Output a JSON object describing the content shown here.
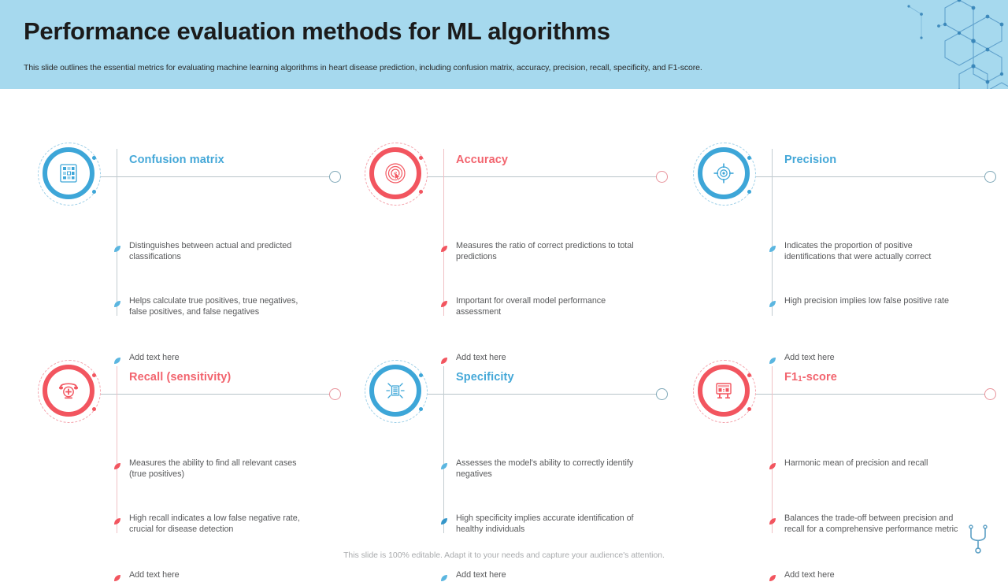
{
  "header": {
    "title": "Performance evaluation methods for ML algorithms",
    "subtitle": "This slide outlines the essential metrics for evaluating machine learning algorithms in heart disease prediction, including confusion matrix, accuracy, precision, recall, specificity, and F1-score.",
    "band_color": "#a6d9ee",
    "decoration_icon": "hexagon-lattice-icon"
  },
  "theme": {
    "blue": "#3da6d8",
    "blue_title": "#45a8d8",
    "red": "#f2555f",
    "red_title": "#f2646e",
    "body_text": "#58595b",
    "line": "#c3ccd1"
  },
  "cards": [
    {
      "title": "Confusion matrix",
      "title_suffix": "",
      "accent": "blue",
      "icon": "matrix-grid-icon",
      "bullets": [
        "Distinguishes between actual and predicted classifications",
        "Helps calculate true positives, true negatives, false positives, and false negatives",
        "Add text here"
      ]
    },
    {
      "title": "Accuracy",
      "title_suffix": "",
      "accent": "red",
      "icon": "target-cursor-icon",
      "bullets": [
        "Measures the ratio of correct predictions to total predictions",
        "Important for overall model performance assessment",
        "Add text here"
      ]
    },
    {
      "title": "Precision",
      "title_suffix": "",
      "accent": "blue",
      "icon": "crosshair-target-icon",
      "bullets": [
        "Indicates the proportion of positive identifications that were actually correct",
        "High precision implies low false positive rate",
        "Add text here"
      ]
    },
    {
      "title": "Recall",
      "title_suffix": "(sensitivity)",
      "accent": "red",
      "icon": "emergency-phone-icon",
      "bullets": [
        "Measures the ability to find all relevant cases (true positives)",
        "High recall indicates a low false negative rate, crucial for disease detection",
        "Add text here"
      ]
    },
    {
      "title": "Specificity",
      "title_suffix": "",
      "accent": "blue",
      "icon": "document-rays-icon",
      "bullets": [
        "Assesses the model's ability to correctly identify negatives",
        "High specificity implies accurate identification of healthy individuals",
        "Add text here"
      ]
    },
    {
      "title": "F1",
      "title_sub": "1",
      "title_suffix": "-score",
      "accent": "red",
      "icon": "scoreboard-icon",
      "bullets": [
        "Harmonic mean of precision and recall",
        "Balances the trade-off between precision and recall for a comprehensive performance metric",
        "Add text here"
      ]
    }
  ],
  "footer": {
    "note": "This slide is 100% editable. Adapt it to your needs and capture your audience's attention.",
    "logo_icon": "stethoscope-icon"
  }
}
